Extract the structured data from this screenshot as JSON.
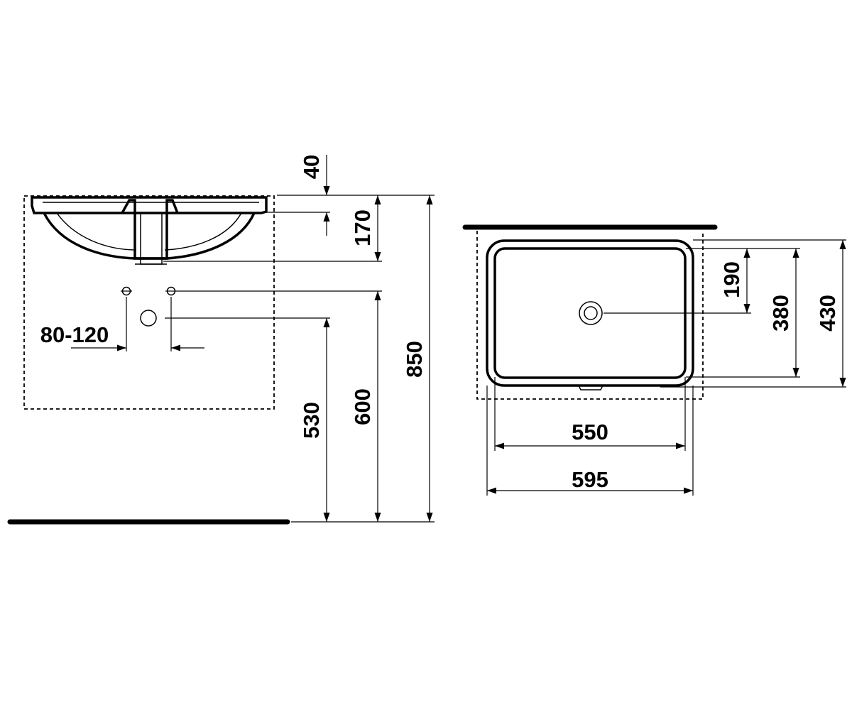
{
  "side_view": {
    "dimensions": {
      "rim_thickness": "40",
      "basin_depth": "170",
      "tap_spacing": "80-120",
      "height_530": "530",
      "height_600": "600",
      "height_850": "850"
    }
  },
  "top_view": {
    "dimensions": {
      "drain_offset": "190",
      "inner_depth": "380",
      "outer_depth": "430",
      "inner_width": "550",
      "outer_width": "595"
    }
  }
}
